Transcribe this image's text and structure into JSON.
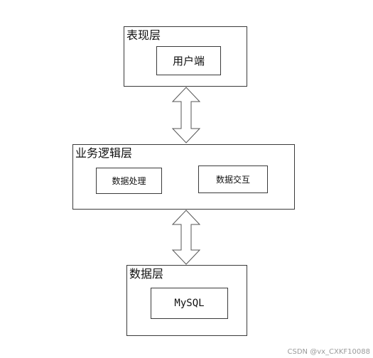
{
  "layers": {
    "presentation": {
      "title": "表现层",
      "boxes": {
        "client": "用户端"
      }
    },
    "business": {
      "title": "业务逻辑层",
      "boxes": {
        "process": "数据处理",
        "exchange": "数据交互"
      }
    },
    "data": {
      "title": "数据层",
      "boxes": {
        "mysql": "MySQL"
      }
    }
  },
  "watermark": "CSDN @vx_CXKF10088"
}
